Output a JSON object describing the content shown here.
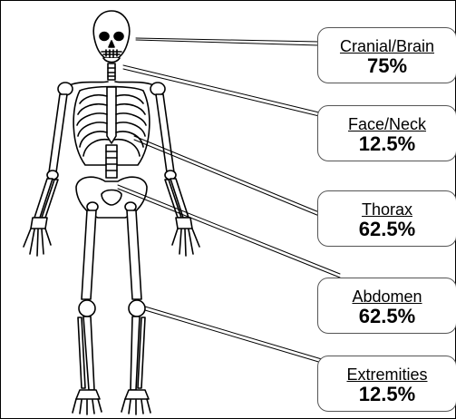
{
  "regions": [
    {
      "label": "Cranial/Brain",
      "value": "75%"
    },
    {
      "label": "Face/Neck",
      "value": "12.5%"
    },
    {
      "label": "Thorax",
      "value": "62.5%"
    },
    {
      "label": "Abdomen",
      "value": "62.5%"
    },
    {
      "label": "Extremities",
      "value": "12.5%"
    }
  ],
  "colors": {
    "line": "#000000",
    "callout_border": "#555555",
    "background": "#ffffff"
  }
}
